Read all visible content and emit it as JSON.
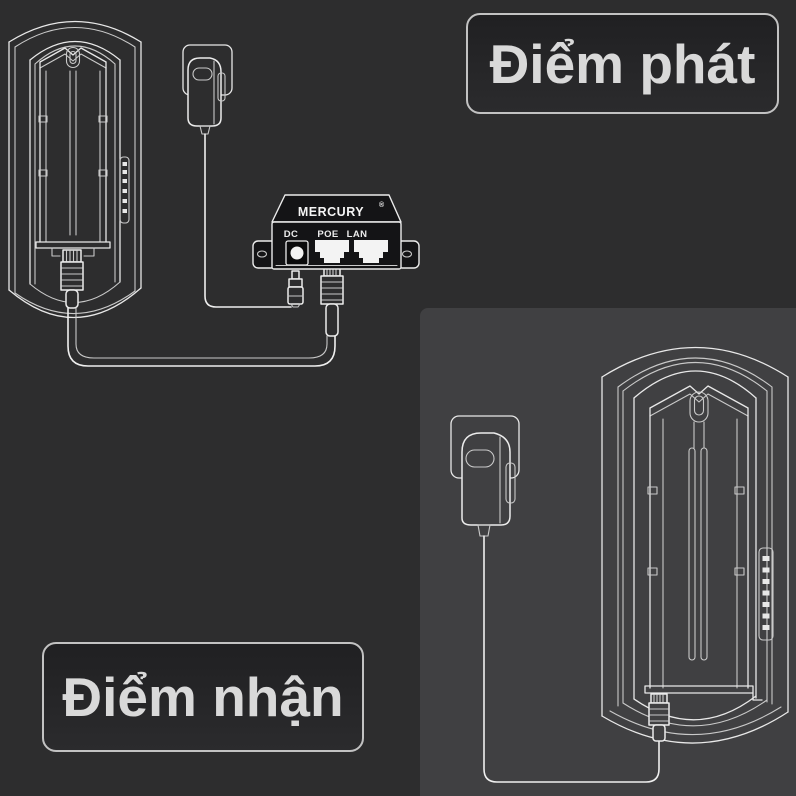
{
  "page": {
    "type": "wireless-bridge-wiring-diagram",
    "background_color": "#2d2d2e",
    "receiver_panel_color": "#404042",
    "line_color": "#e8e8e8",
    "label_text_color": "#d9d9d9",
    "label_border_color": "#c2c2c2"
  },
  "labels": {
    "transmitter": "Điểm phát",
    "receiver": "Điểm nhận"
  },
  "injector": {
    "brand": "MERCURY",
    "trademark": "®",
    "port_labels": [
      "DC",
      "POE",
      "LAN"
    ]
  }
}
